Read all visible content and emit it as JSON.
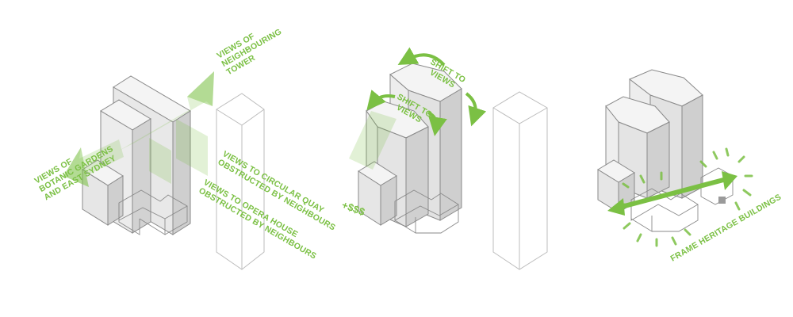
{
  "colors": {
    "accent": "#7bc044",
    "accent_light": "#cfe7b6",
    "outline": "#8a8a8a",
    "shade_light": "#f4f4f4",
    "shade_mid": "#e2e2e2",
    "shade_dark": "#cfcfcf"
  },
  "panel1": {
    "label_tower": [
      "VIEWS OF",
      "NEIGHBOURING",
      "TOWER"
    ],
    "label_gardens": [
      "VIEWS OF",
      "BOTANIC GARDENS",
      "AND EAST SYDNEY"
    ],
    "label_quay": [
      "VIEWS TO CIRCULAR QUAY",
      "OBSTRUCTED BY NEIGHBOURS"
    ],
    "label_opera": [
      "VIEWS TO OPERA HOUSE",
      "OBSTRUCTED BY NEIGHBOURS"
    ]
  },
  "panel2": {
    "label_shift_top": [
      "SHIFT TO",
      "VIEWS"
    ],
    "label_shift_left": [
      "SHIFT TO",
      "VIEWS"
    ],
    "label_value": "+$$$"
  },
  "panel3": {
    "label_heritage": "FRAME HERITAGE BUILDINGS",
    "arrow_icon": "double-arrow-icon",
    "burst_icon": "sunburst-icon"
  }
}
